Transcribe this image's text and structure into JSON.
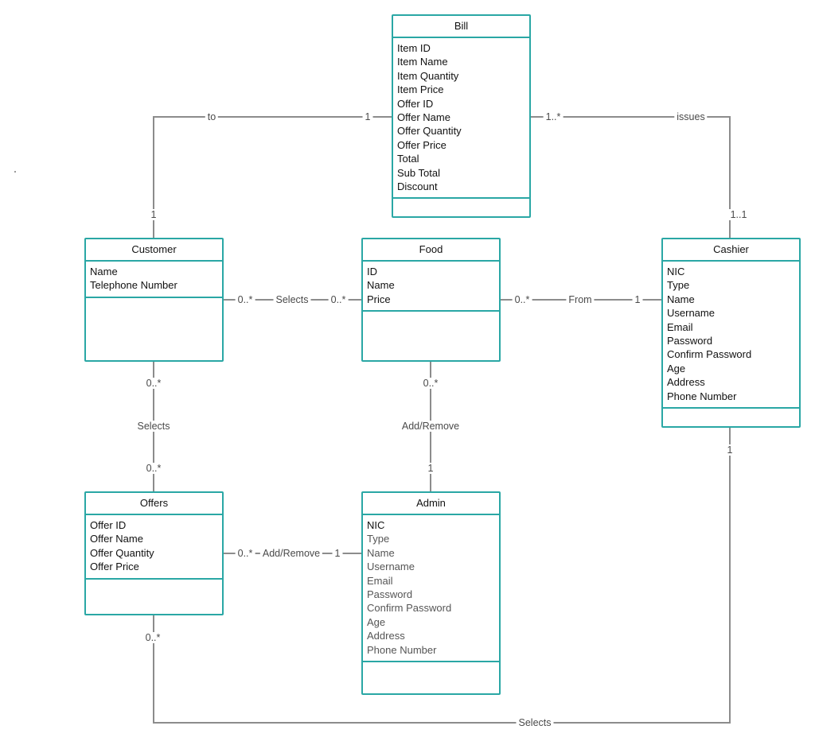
{
  "classes": {
    "bill": {
      "name": "Bill",
      "attributes": [
        "Item ID",
        "Item Name",
        "Item Quantity",
        "Item Price",
        "Offer ID",
        "Offer Name",
        "Offer Quantity",
        "Offer Price",
        "Total",
        "Sub Total",
        "Discount"
      ]
    },
    "customer": {
      "name": "Customer",
      "attributes": [
        "Name",
        "Telephone  Number"
      ]
    },
    "food": {
      "name": "Food",
      "attributes": [
        "ID",
        "Name",
        "Price"
      ]
    },
    "cashier": {
      "name": "Cashier",
      "attributes": [
        "NIC",
        "Type",
        "Name",
        "Username",
        "Email",
        "Password",
        "Confirm Password",
        "Age",
        "Address",
        "Phone Number"
      ]
    },
    "offers": {
      "name": "Offers",
      "attributes": [
        "Offer ID",
        "Offer Name",
        "Offer Quantity",
        "Offer Price"
      ]
    },
    "admin": {
      "name": "Admin",
      "attributes": [
        "NIC",
        "Type",
        "Name",
        "Username",
        "Email",
        "Password",
        "Confirm Password",
        "Age",
        "Address",
        "Phone Number"
      ]
    }
  },
  "relations": {
    "customer_bill": {
      "label": "to",
      "mult_bill": "1",
      "mult_customer": "1"
    },
    "cashier_bill": {
      "label": "issues",
      "mult_bill": "1..*",
      "mult_cashier": "1..1"
    },
    "customer_food": {
      "label": "Selects",
      "mult_customer": "0..*",
      "mult_food": "0..*"
    },
    "food_cashier": {
      "label": "From",
      "mult_food": "0..*",
      "mult_cashier": "1"
    },
    "customer_offers": {
      "label": "Selects",
      "mult_customer": "0..*",
      "mult_offers": "0..*"
    },
    "food_admin": {
      "label": "Add/Remove",
      "mult_food": "0..*",
      "mult_admin": "1"
    },
    "offers_admin": {
      "label": "Add/Remove",
      "mult_offers": "0..*",
      "mult_admin": "1"
    },
    "offers_cashier": {
      "label": "Selects",
      "mult_offers": "0..*",
      "mult_cashier": "1"
    }
  }
}
